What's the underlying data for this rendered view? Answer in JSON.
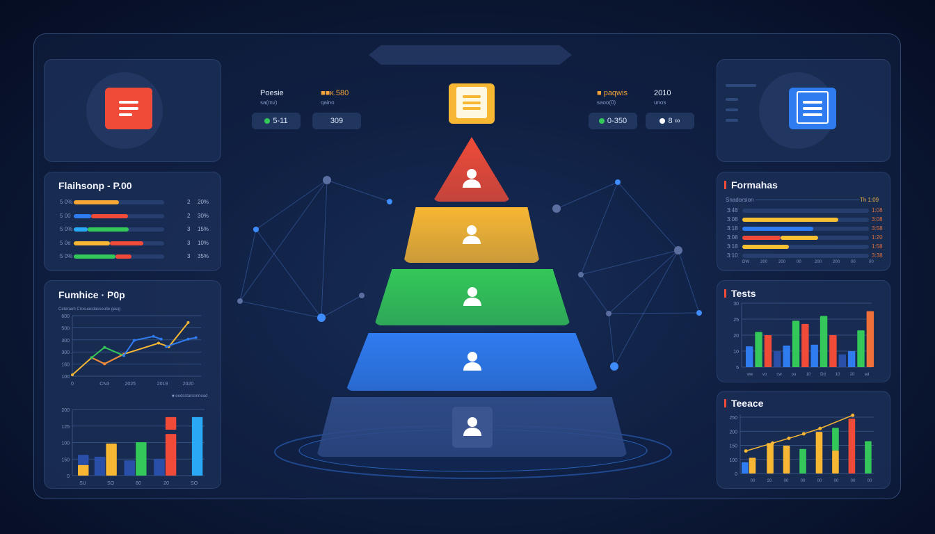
{
  "colors": {
    "red": "#ef4b38",
    "yellow": "#f7b733",
    "green": "#34c759",
    "blue": "#2f7bf0",
    "darkblue": "#2a4fa8",
    "cyan": "#2aa8f5",
    "orange": "#f08a3a"
  },
  "top_tiles": [
    {
      "title": "Poesie",
      "sub": "sa(mv)",
      "value": "5-11",
      "dot": "#34c759"
    },
    {
      "title": "■■ĸ.580",
      "sub": "qaino",
      "value": "309",
      "dot": ""
    },
    {
      "title": "■ paqwis",
      "sub": "saoo(0)",
      "value": "0-350",
      "dot": "#34c759"
    },
    {
      "title": "2010",
      "sub": "unos",
      "value": "8 ∞",
      "dot": "#ffffff"
    }
  ],
  "icons": {
    "left": "document-icon",
    "center": "document-icon",
    "right": "document-icon",
    "layers": "user-icon"
  },
  "pyramid": {
    "layers": [
      {
        "color": "#ef4b38"
      },
      {
        "color": "#f7b733"
      },
      {
        "color": "#34c759"
      },
      {
        "color": "#2f7bf0"
      },
      {
        "color": "#2e4a86"
      }
    ]
  },
  "left_progress": {
    "title": "Flaihsonp - P.00",
    "rows": [
      {
        "label": "5 0%",
        "num": "2",
        "pct": "20%",
        "segments": [
          {
            "color": "#f7a733",
            "value": 50
          }
        ]
      },
      {
        "label": "5 00",
        "num": "2",
        "pct": "30%",
        "segments": [
          {
            "color": "#2f7bf0",
            "value": 19
          },
          {
            "color": "#ef4b38",
            "value": 41
          }
        ]
      },
      {
        "label": "5 0%",
        "num": "3",
        "pct": "15%",
        "segments": [
          {
            "color": "#2aa8f5",
            "value": 15
          },
          {
            "color": "#34c759",
            "value": 46
          }
        ]
      },
      {
        "label": "5 0e",
        "num": "3",
        "pct": "10%",
        "segments": [
          {
            "color": "#f7b733",
            "value": 40
          },
          {
            "color": "#ef4b38",
            "value": 37
          }
        ]
      },
      {
        "label": "5 0%",
        "num": "3",
        "pct": "35%",
        "segments": [
          {
            "color": "#34c759",
            "value": 46
          },
          {
            "color": "#ef4b38",
            "value": 18
          }
        ]
      }
    ]
  },
  "right_progress": {
    "title": "Formahas",
    "header_left": "Snadorsion",
    "header_right": "Th 1:09",
    "rows": [
      {
        "label": "3:48",
        "value_label": "1:08",
        "segments": []
      },
      {
        "label": "3:08",
        "value_label": "3:08",
        "segments": [
          {
            "color": "#f7c033",
            "value": 76
          }
        ]
      },
      {
        "label": "3:18",
        "value_label": "3:58",
        "segments": [
          {
            "color": "#2f7bf0",
            "value": 56
          }
        ]
      },
      {
        "label": "3:08",
        "value_label": "1:20",
        "segments": [
          {
            "color": "#ef4b38",
            "value": 30
          },
          {
            "color": "#f7c033",
            "value": 30
          }
        ]
      },
      {
        "label": "3:18",
        "value_label": "1:58",
        "segments": [
          {
            "color": "#f7c033",
            "value": 37
          }
        ]
      },
      {
        "label": "3:10",
        "value_label": "3:38",
        "segments": []
      }
    ],
    "axis": [
      "DW",
      "200",
      "200",
      "00",
      "200",
      "200",
      "00",
      "00"
    ]
  },
  "chart_data": [
    {
      "type": "line",
      "title": "Fumhice · P0p",
      "subtitle": "Ceteraeh Crosuacdassoulle gaug",
      "xlim": [
        0,
        10
      ],
      "ylim": [
        100,
        600
      ],
      "yticks": [
        {
          "v": 600,
          "label": "600"
        },
        {
          "v": 500,
          "label": "500"
        },
        {
          "v": 400,
          "label": "300"
        },
        {
          "v": 300,
          "label": "300"
        },
        {
          "v": 200,
          "label": "160"
        },
        {
          "v": 100,
          "label": "100"
        }
      ],
      "xticks": [
        {
          "v": 0,
          "label": "0"
        },
        {
          "v": 2.5,
          "label": "CN3"
        },
        {
          "v": 4.5,
          "label": "2025"
        },
        {
          "v": 7,
          "label": "2019"
        },
        {
          "v": 9,
          "label": "2020"
        }
      ],
      "series": [
        {
          "color": "#f7b733",
          "points": [
            [
              0,
              111
            ],
            [
              1.5,
              253
            ],
            [
              2.5,
              202
            ],
            [
              4,
              282
            ],
            [
              6.7,
              373
            ],
            [
              7.5,
              344
            ],
            [
              9,
              543
            ]
          ]
        },
        {
          "color": "#f08a3a",
          "points": [
            [
              1.5,
              253
            ],
            [
              2.5,
              202
            ],
            [
              4,
              282
            ]
          ]
        },
        {
          "color": "#34c759",
          "points": [
            [
              1.5,
              253
            ],
            [
              2.5,
              338
            ],
            [
              4,
              270
            ]
          ]
        },
        {
          "color": "#2f7bf0",
          "points": [
            [
              4,
              270
            ],
            [
              4.8,
              395
            ],
            [
              6.3,
              429
            ],
            [
              6.9,
              406
            ]
          ]
        },
        {
          "color": "#2f7bf0",
          "points": [
            [
              7.3,
              344
            ],
            [
              9,
              406
            ],
            [
              9.6,
              418
            ]
          ]
        }
      ]
    },
    {
      "type": "bar",
      "legend": "■ eedsstarsonnead",
      "legend_position": "top-right",
      "ylim": [
        0,
        200
      ],
      "yticks": [
        {
          "v": 200,
          "label": "200"
        },
        {
          "v": 150,
          "label": "125"
        },
        {
          "v": 100,
          "label": "100"
        },
        {
          "v": 50,
          "label": "150"
        },
        {
          "v": 0,
          "label": "0"
        }
      ],
      "categories": [
        "SU",
        "SO",
        "80",
        "20",
        "SO"
      ],
      "bars": [
        {
          "slot": 0,
          "segments": [
            {
              "from": 0,
              "to": 32,
              "color": "#f7b733"
            },
            {
              "from": 32,
              "to": 63,
              "color": "#2a4fa8"
            }
          ]
        },
        {
          "slot": 1,
          "segments": [
            {
              "from": 0,
              "to": 57,
              "color": "#2a4fa8"
            }
          ]
        },
        {
          "slot": 1.7,
          "segments": [
            {
              "from": 0,
              "to": 97,
              "color": "#f7b733"
            }
          ]
        },
        {
          "slot": 2.8,
          "segments": [
            {
              "from": 0,
              "to": 46,
              "color": "#2a4fa8"
            }
          ]
        },
        {
          "slot": 3.5,
          "segments": [
            {
              "from": 0,
              "to": 101,
              "color": "#34c759"
            }
          ]
        },
        {
          "slot": 4.6,
          "segments": [
            {
              "from": 0,
              "to": 50,
              "color": "#2a4fa8"
            }
          ]
        },
        {
          "slot": 5.3,
          "segments": [
            {
              "from": 0,
              "to": 126,
              "color": "#ef4b38"
            },
            {
              "from": 139,
              "to": 177,
              "color": "#ef4b38"
            }
          ]
        },
        {
          "slot": 6.9,
          "segments": [
            {
              "from": 0,
              "to": 177,
              "color": "#2aa8f5"
            }
          ]
        }
      ]
    },
    {
      "type": "bar",
      "title": "Tests",
      "ylim": [
        0,
        40
      ],
      "yticks": [
        {
          "v": 40,
          "label": "30"
        },
        {
          "v": 30,
          "label": "25"
        },
        {
          "v": 20,
          "label": "20"
        },
        {
          "v": 10,
          "label": "10"
        },
        {
          "v": 0,
          "label": "5"
        }
      ],
      "categories": [
        "ww",
        "vo",
        "cw",
        "ou",
        "10",
        "Dd",
        "10",
        "20",
        "ad"
      ],
      "values": [
        13,
        22,
        20,
        10,
        13.5,
        29,
        27,
        14,
        32,
        20,
        8,
        10,
        23,
        35
      ],
      "colors": [
        "#2f7bf0",
        "#34c759",
        "#ef4b38",
        "#2a4fa8",
        "#2f7bf0",
        "#34c759",
        "#ef4b38",
        "#2f7bf0",
        "#34c759",
        "#ef4b38",
        "#2a4fa8",
        "#2f7bf0",
        "#34c759",
        "#f0703a"
      ]
    },
    {
      "type": "bar",
      "title": "Teeace",
      "ylim": [
        0,
        210
      ],
      "yticks": [
        {
          "v": 200,
          "label": "250"
        },
        {
          "v": 150,
          "label": "200"
        },
        {
          "v": 100,
          "label": "150"
        },
        {
          "v": 50,
          "label": "100"
        },
        {
          "v": 0,
          "label": "0"
        }
      ],
      "categories": [
        "00",
        "20",
        "00",
        "00",
        "00",
        "00",
        "00",
        "00"
      ],
      "bars": [
        {
          "slot": 0,
          "segments": [
            {
              "from": 0,
              "to": 40,
              "color": "#2f7bf0"
            }
          ]
        },
        {
          "slot": 0.5,
          "segments": [
            {
              "from": 0,
              "to": 56,
              "color": "#f7b733"
            }
          ]
        },
        {
          "slot": 1.7,
          "segments": [
            {
              "from": 0,
              "to": 108,
              "color": "#f7b733"
            }
          ]
        },
        {
          "slot": 2.8,
          "segments": [
            {
              "from": 0,
              "to": 99,
              "color": "#f7b733"
            }
          ]
        },
        {
          "slot": 3.9,
          "segments": [
            {
              "from": 0,
              "to": 87,
              "color": "#34c759"
            }
          ]
        },
        {
          "slot": 5,
          "segments": [
            {
              "from": 0,
              "to": 148,
              "color": "#f7b733"
            }
          ]
        },
        {
          "slot": 6.1,
          "segments": [
            {
              "from": 0,
              "to": 82,
              "color": "#f7b733"
            },
            {
              "from": 82,
              "to": 162,
              "color": "#34c759"
            }
          ]
        },
        {
          "slot": 7.2,
          "segments": [
            {
              "from": 0,
              "to": 195,
              "color": "#ef4b38"
            }
          ]
        },
        {
          "slot": 8.3,
          "segments": [
            {
              "from": 0,
              "to": 115,
              "color": "#34c759"
            }
          ]
        }
      ],
      "line": {
        "color": "#f7b733",
        "points": [
          [
            0.1,
            80
          ],
          [
            1.9,
            108
          ],
          [
            3,
            125
          ],
          [
            4,
            141
          ],
          [
            5.1,
            160
          ],
          [
            7.3,
            207
          ]
        ]
      }
    }
  ]
}
